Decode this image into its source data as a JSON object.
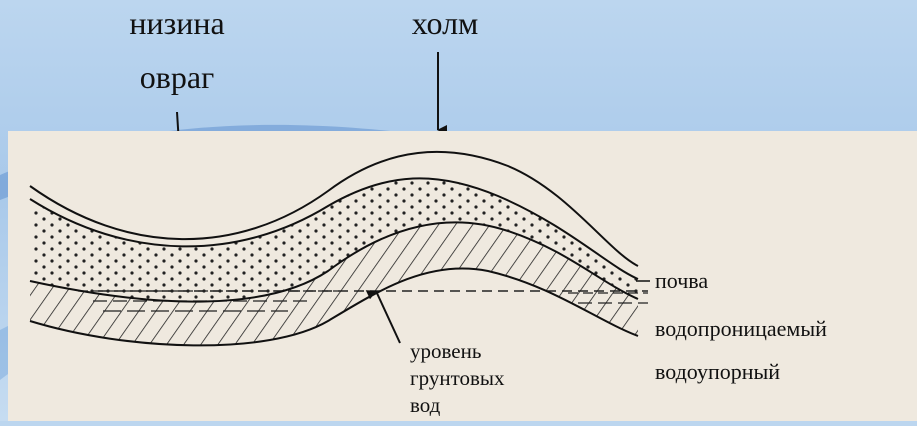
{
  "labels": {
    "lowland": "низина",
    "ravine": "овраг",
    "hill": "холм",
    "soil": "почва",
    "permeable": "водопроницаемый",
    "impermeable": "водоупорный",
    "groundwater_line1": "уровень",
    "groundwater_line2": "грунтовых",
    "groundwater_line3": "вод"
  },
  "colors": {
    "background": "#b6d1ee",
    "diagram_paper": "#efe9df",
    "ink": "#111111"
  }
}
